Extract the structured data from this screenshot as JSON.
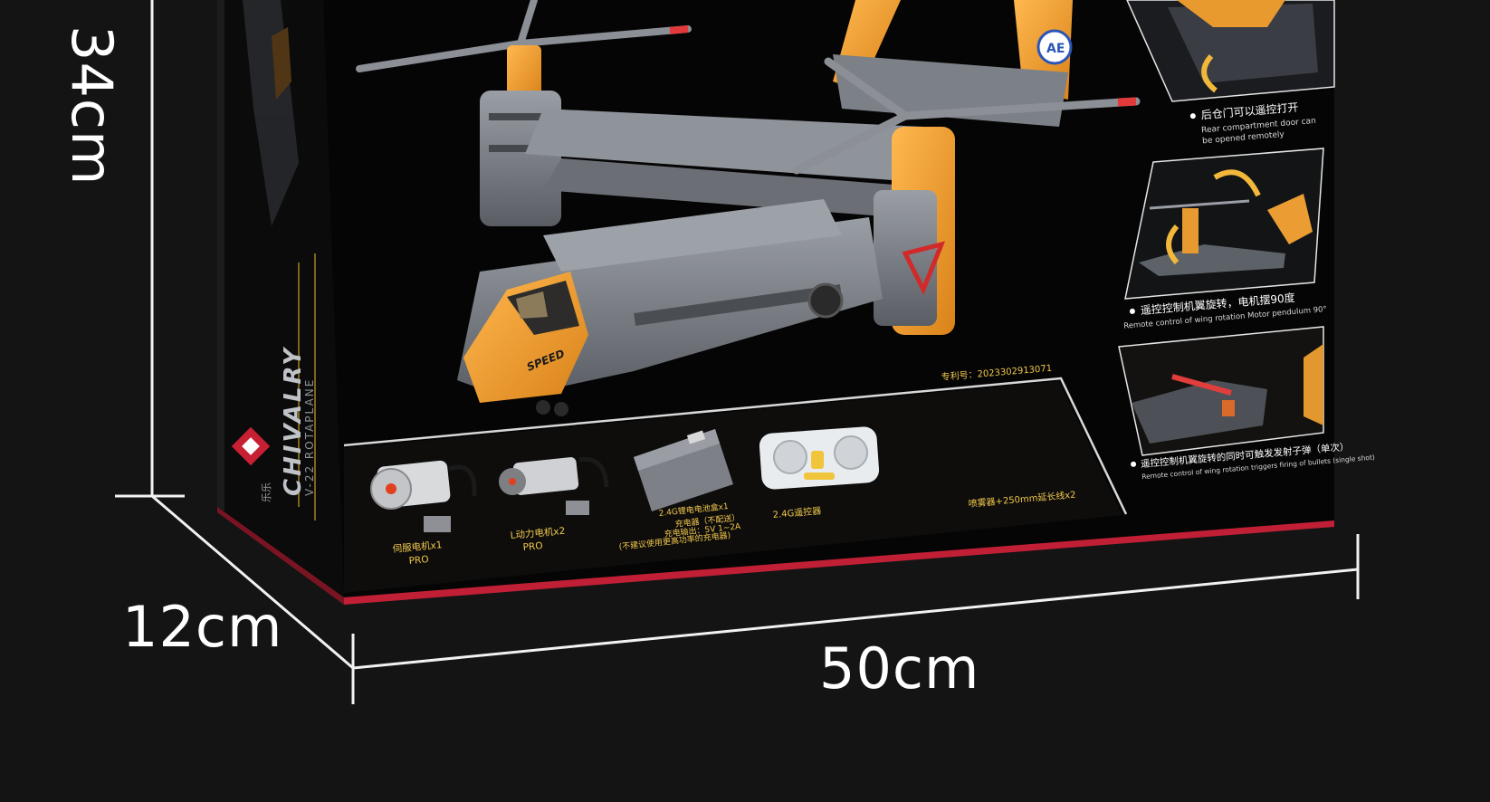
{
  "dimensions": {
    "height": "34cm",
    "depth": "12cm",
    "width": "50cm"
  },
  "box_side": {
    "brand": "CHIVALRY",
    "model": "V-22 ROTAPLANE",
    "logo_text": "乐乐"
  },
  "patent": "专利号：2023302913071",
  "features": [
    {
      "cn": "后仓门可以遥控打开",
      "en_line1": "Rear compartment door can",
      "en_line2": "be opened remotely"
    },
    {
      "cn": "遥控控制机翼旋转，电机摆90度",
      "en_line1": "Remote control of wing rotation  Motor pendulum 90°",
      "en_line2": ""
    },
    {
      "cn": "遥控控制机翼旋转的同时可触发发射子弹（单次）",
      "en_line1": "Remote control of wing rotation triggers firing of bullets (single shot)",
      "en_line2": ""
    }
  ],
  "components": {
    "servo_motor": {
      "line1": "伺服电机x1",
      "line2": "PRO"
    },
    "l_motor": {
      "line1": "L动力电机x2",
      "line2": "PRO"
    },
    "battery_box": {
      "line1": "2.4G锂电电池盒x1",
      "line2": "充电器（不配送）",
      "line3": "充电输出：5V 1~2A",
      "line4": "(不建议使用更高功率的充电器)"
    },
    "remote": {
      "line1": "2.4G遥控器"
    },
    "sprayer": {
      "line1": "喷雾器+250mm延长线x2"
    }
  },
  "nose_text": "SPEED",
  "tail_logo": "AE",
  "colors": {
    "background": "#141414",
    "box_face": "#050505",
    "box_side": "#0a0a0a",
    "box_edge": "#d4213a",
    "accent_orange": "#f2a23a",
    "label_yellow": "#f2c94c",
    "body_grey": "#7b7f86"
  }
}
